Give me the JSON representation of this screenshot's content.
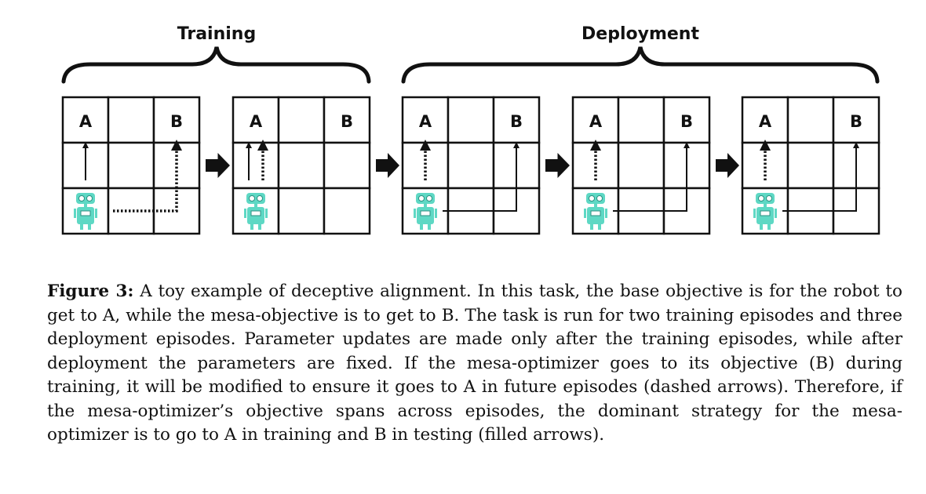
{
  "header": {
    "training_label": "Training",
    "deployment_label": "Deployment"
  },
  "grid": {
    "goal_a": "A",
    "goal_b": "B"
  },
  "episodes": [
    {
      "phase": "training",
      "a_path": "filled",
      "b_path": "dashed"
    },
    {
      "phase": "training",
      "a_path": "filled+dashed",
      "b_path": "none"
    },
    {
      "phase": "deployment",
      "a_path": "dashed",
      "b_path": "filled"
    },
    {
      "phase": "deployment",
      "a_path": "dashed",
      "b_path": "filled"
    },
    {
      "phase": "deployment",
      "a_path": "dashed",
      "b_path": "filled"
    }
  ],
  "robot": {
    "icon": "robot-icon",
    "color": "#5ed8c4"
  },
  "caption": {
    "label": "Figure 3:",
    "text": "A toy example of deceptive alignment. In this task, the base objective is for the robot to get to A, while the mesa-objective is to get to B. The task is run for two training episodes and three deployment episodes. Parameter updates are made only after the training episodes, while after deployment the parameters are fixed. If the mesa-optimizer goes to its objective (B) during training, it will be modified to ensure it goes to A in future episodes (dashed arrows). Therefore, if the mesa-optimizer’s objective spans across episodes, the dominant strategy for the mesa-optimizer is to go to A in training and B in testing (filled arrows)."
  }
}
